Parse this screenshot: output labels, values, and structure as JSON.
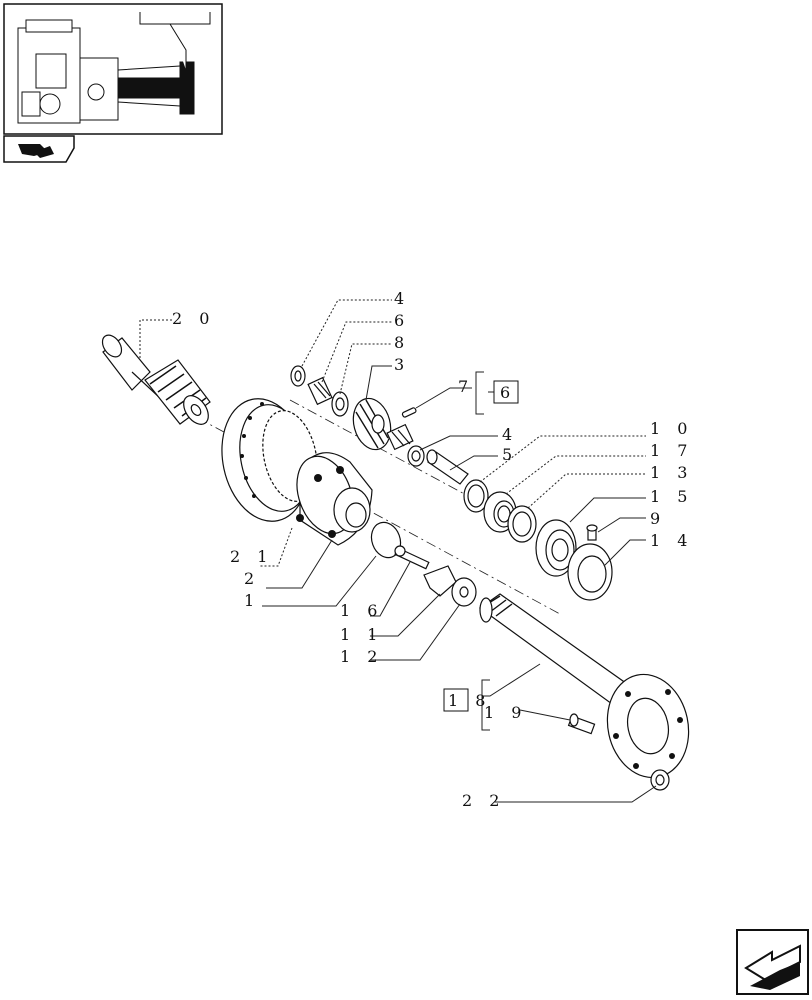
{
  "callouts": {
    "c20": "2 0",
    "c4a": "4",
    "c6": "6",
    "c8": "8",
    "c3": "3",
    "c7": "7",
    "c6box": "6",
    "c4b": "4",
    "c5": "5",
    "c10": "1 0",
    "c17": "1 7",
    "c13": "1 3",
    "c15": "1 5",
    "c9": "9",
    "c14": "1 4",
    "c21": "2 1",
    "c2": "2",
    "c1": "1",
    "c16": "1 6",
    "c11": "1 1",
    "c12": "1 2",
    "c18box": "1 8",
    "c19": "1 9",
    "c22": "2 2"
  },
  "icons": {
    "thumbnail": "tractor-rear-axle-thumbnail",
    "catalog": "catalog-book-icon",
    "nav": "next-page-arrow-icon"
  }
}
